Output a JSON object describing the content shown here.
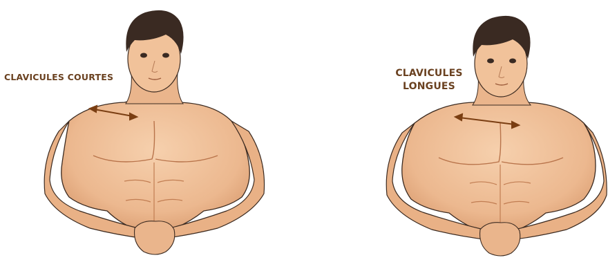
{
  "figure": {
    "left_panel": {
      "label": "CLAVICULES COURTES"
    },
    "right_panel": {
      "label_line1": "CLAVICULES",
      "label_line2": "LONGUES"
    },
    "colors": {
      "label": "#6a4120",
      "skin": "#f1c29a",
      "skin_shadow": "#d49467",
      "skin_dark": "#b8734a",
      "hair": "#3a2a22",
      "outline": "#3b2a20",
      "arrow": "#7a3e12"
    }
  }
}
